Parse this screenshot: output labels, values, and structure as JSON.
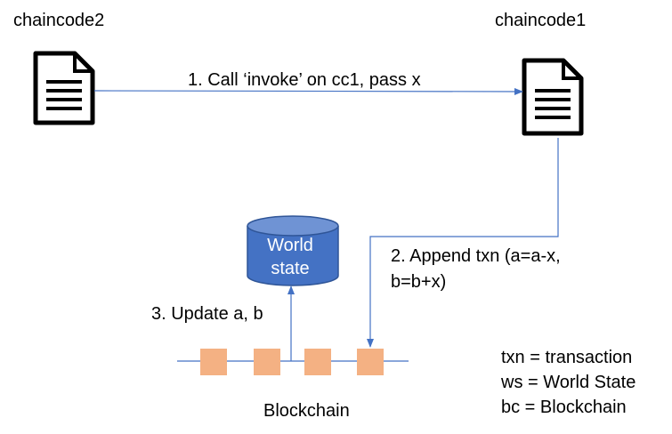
{
  "nodes": {
    "chaincode2": {
      "label": "chaincode2"
    },
    "chaincode1": {
      "label": "chaincode1"
    },
    "world_state": {
      "label_line1": "World",
      "label_line2": "state"
    },
    "blockchain": {
      "label": "Blockchain"
    }
  },
  "edges": {
    "call_invoke": {
      "label": "1. Call ‘invoke’ on cc1, pass x"
    },
    "append_txn": {
      "label_line1": "2. Append txn (a=a-x,",
      "label_line2": "b=b+x)"
    },
    "update": {
      "label": "3. Update a, b"
    }
  },
  "legend": [
    "txn = transaction",
    "ws = World State",
    "bc = Blockchain"
  ],
  "colors": {
    "connector": "#4472c4",
    "database_fill": "#4472c4",
    "database_stroke": "#2f5597",
    "block_fill": "#f4b183",
    "chain_line": "#4472c4",
    "document": "#000000"
  },
  "icons": {
    "chaincode2": "document-icon",
    "chaincode1": "document-icon",
    "world_state": "database-icon"
  }
}
